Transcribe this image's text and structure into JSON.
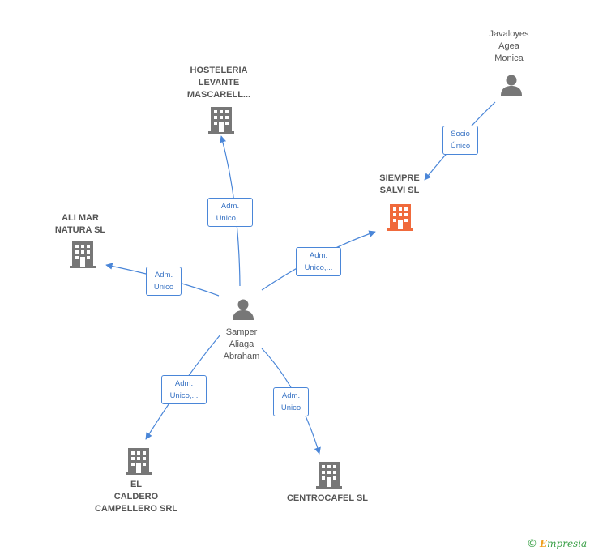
{
  "colors": {
    "edge": "#4a86d8",
    "node_icon": "#777777",
    "highlight_icon": "#f06a3c"
  },
  "nodes": {
    "javaloyes": {
      "type": "person",
      "label": "Javaloyes\nAgea\nMonica"
    },
    "hosteleria": {
      "type": "company",
      "label": "HOSTELERIA\nLEVANTE\nMASCARELL..."
    },
    "siempre": {
      "type": "company",
      "label": "SIEMPRE\nSALVI  SL",
      "highlight": true
    },
    "alimar": {
      "type": "company",
      "label": "ALI MAR\nNATURA SL"
    },
    "samper": {
      "type": "person",
      "label": "Samper\nAliaga\nAbraham"
    },
    "caldero": {
      "type": "company",
      "label": "EL\nCALDERO\nCAMPELLERO SRL"
    },
    "centrocafel": {
      "type": "company",
      "label": "CENTROCAFEL SL"
    }
  },
  "edges": {
    "javaloyes_siempre": "Socio\nÚnico",
    "samper_hosteleria": "Adm.\nUnico,...",
    "samper_siempre": "Adm.\nUnico,...",
    "samper_alimar": "Adm.\nUnico",
    "samper_caldero": "Adm.\nUnico,...",
    "samper_centrocafel": "Adm.\nUnico"
  },
  "brand": {
    "copyright": "©",
    "name_first": "E",
    "name_rest": "mpresia"
  }
}
